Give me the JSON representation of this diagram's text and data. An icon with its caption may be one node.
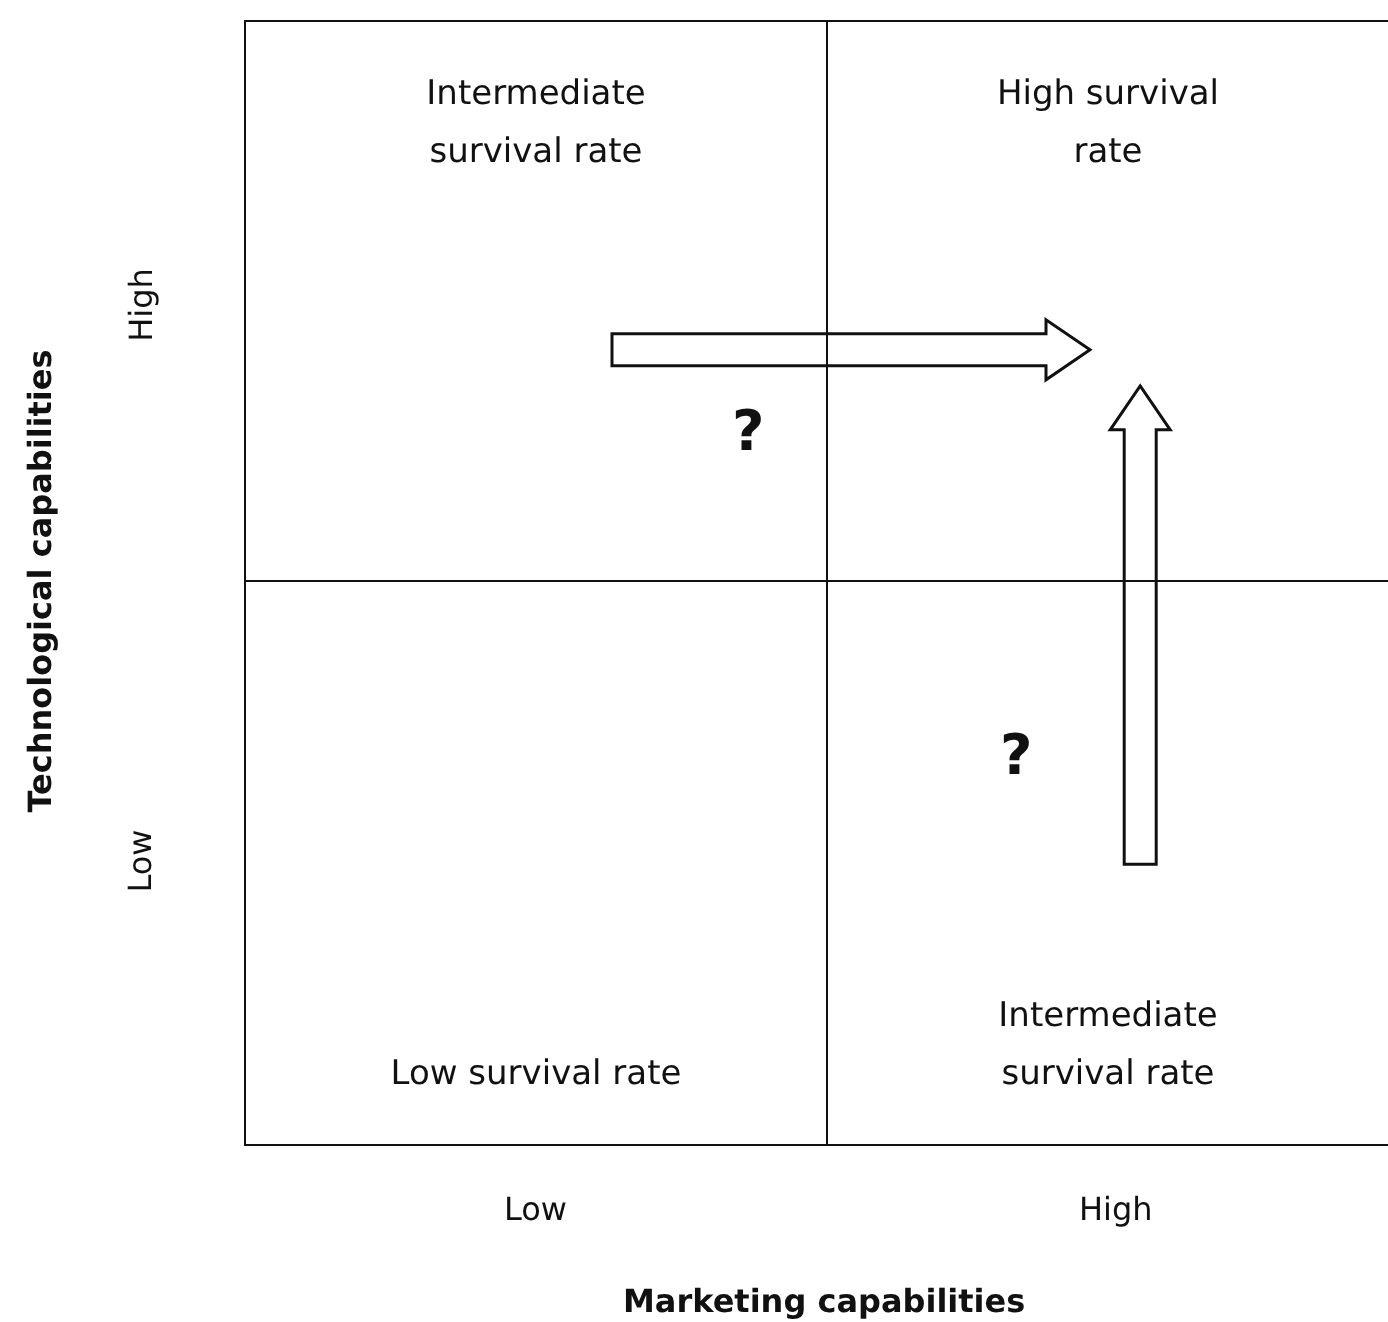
{
  "diagram": {
    "nodes": [
      {
        "text": [
          "Intermediate survival rate"
        ]
      },
      {
        "text": [
          "High survival rate"
        ]
      },
      {
        "text": [
          "Low survival rate"
        ]
      },
      {
        "text": [
          "Intermediate survival rate"
        ]
      }
    ],
    "edges": [
      {
        "from": 0,
        "to": 1,
        "arrow": "to",
        "label": "?"
      },
      {
        "from": 3,
        "to": 1,
        "arrow": "to",
        "label": "?"
      }
    ],
    "labels": [
      "High",
      "Technological capabilities",
      "Low",
      "Low",
      "High",
      "Marketing capabilities"
    ]
  }
}
